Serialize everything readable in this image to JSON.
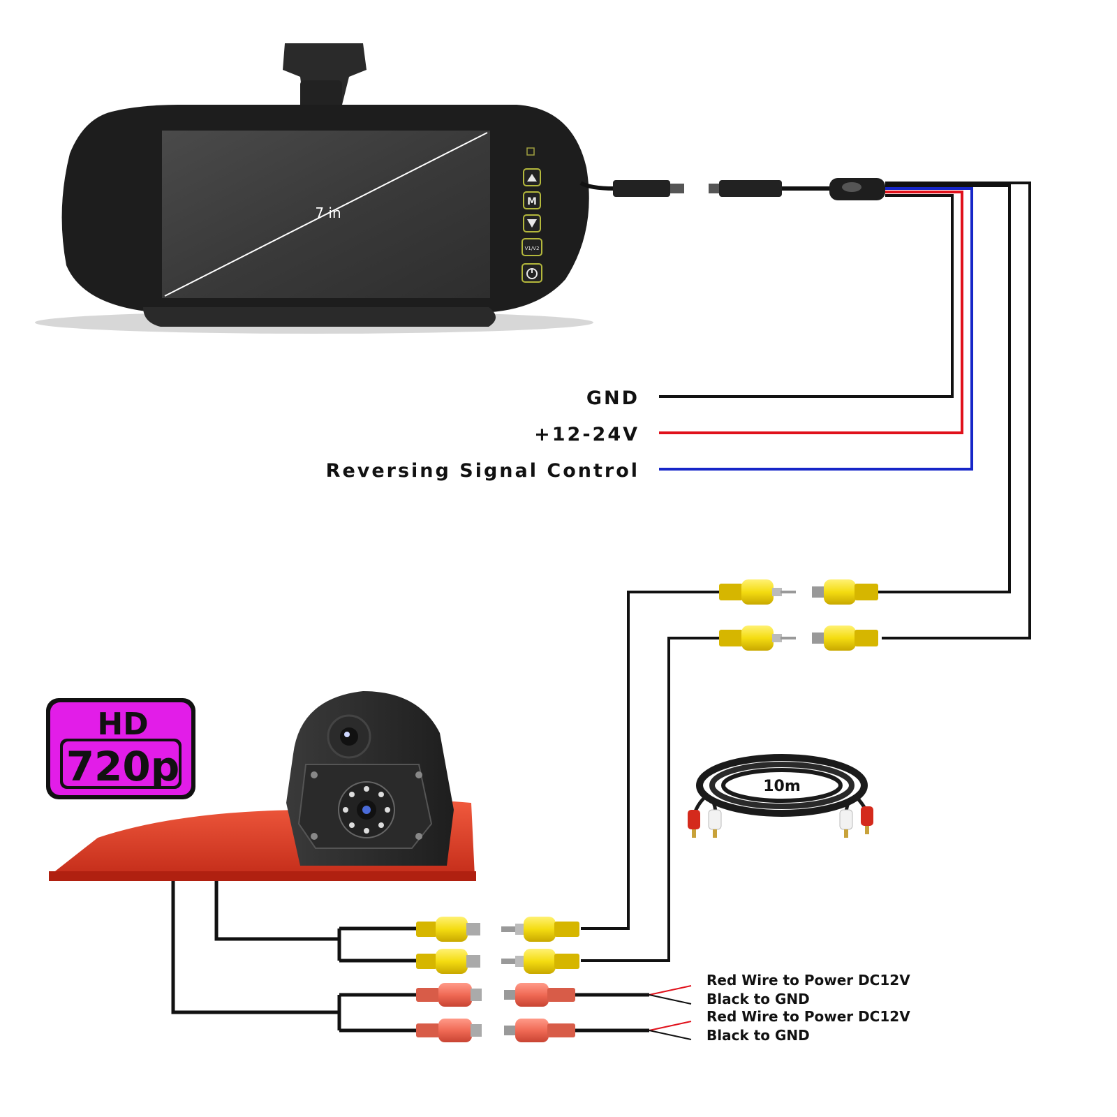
{
  "monitor": {
    "size_label": "7 in",
    "buttons": [
      {
        "name": "up",
        "glyph": "▲"
      },
      {
        "name": "menu",
        "glyph": "M"
      },
      {
        "name": "down",
        "glyph": "▼"
      },
      {
        "name": "v1v2",
        "glyph": "V1/V2"
      },
      {
        "name": "power",
        "glyph": "⏻"
      }
    ]
  },
  "wires": {
    "gnd": {
      "label": "GND",
      "color": "#111111"
    },
    "power": {
      "label": "+12-24V",
      "color": "#e0111b"
    },
    "reverse": {
      "label": "Reversing Signal Control",
      "color": "#1626c8"
    }
  },
  "badge": {
    "line1": "HD",
    "line2": "720p",
    "color": "#e21de8"
  },
  "cable": {
    "length_label": "10m"
  },
  "power_notes": [
    {
      "red": "Red Wire to Power DC12V",
      "black": "Black to GND"
    },
    {
      "red": "Red Wire to Power DC12V",
      "black": "Black to GND"
    }
  ],
  "colors": {
    "rca_yellow": "#f4dc11",
    "dc_red": "#f06a55",
    "brake_light": "#e8412a"
  }
}
